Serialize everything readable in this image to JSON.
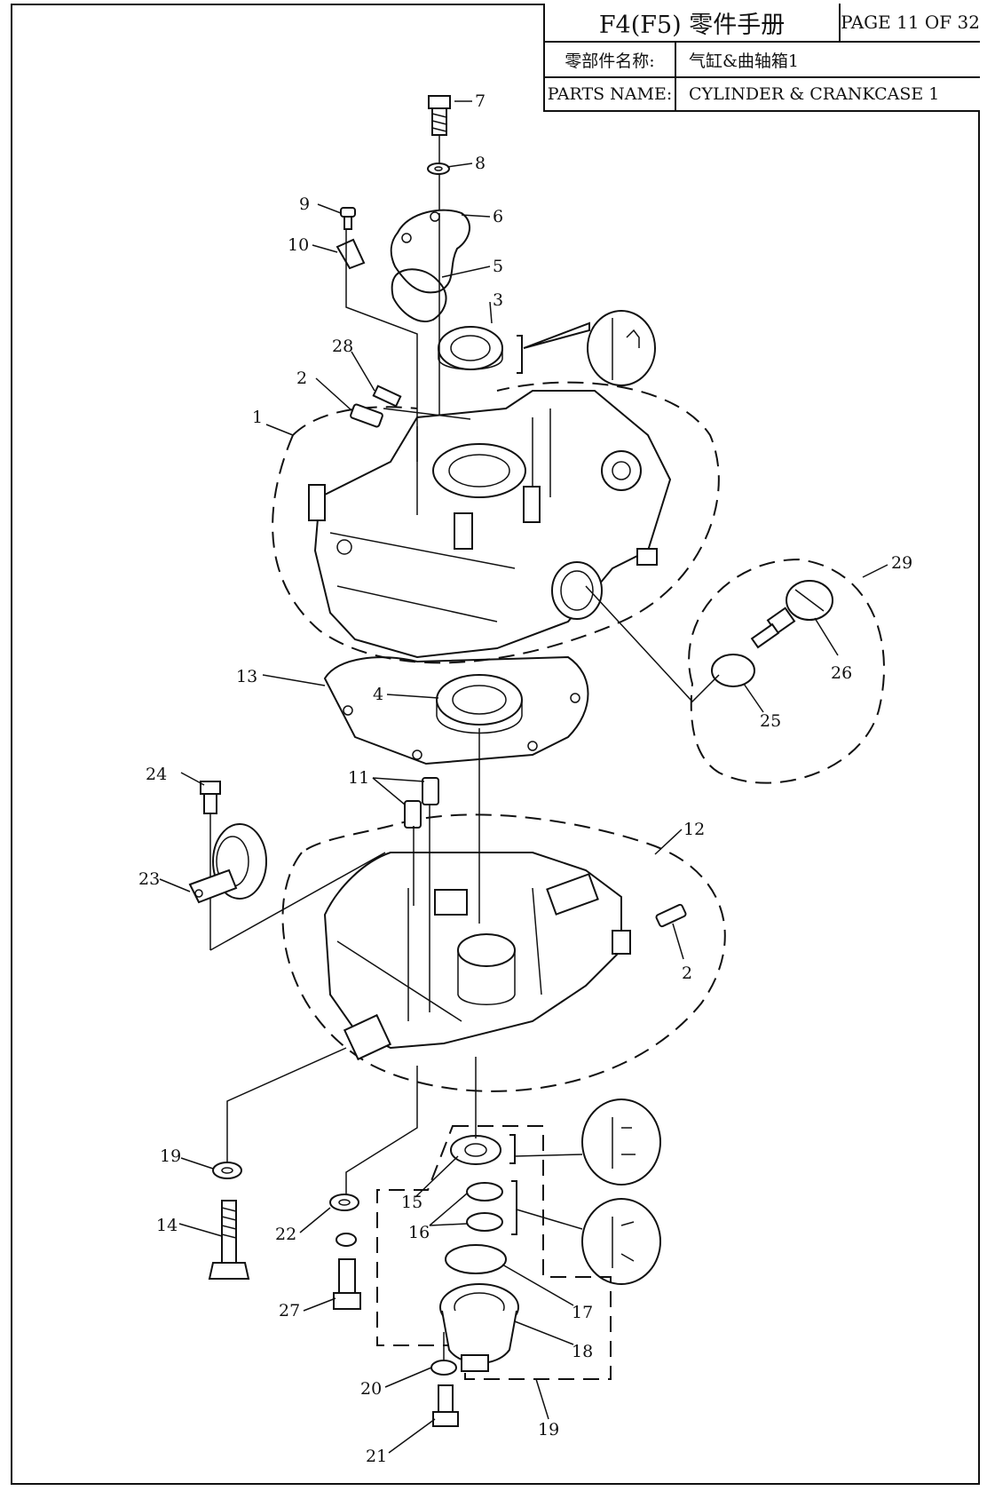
{
  "header": {
    "title": "F4(F5) 零件手册",
    "page": "PAGE 11 OF 32",
    "name_label_cn": "零部件名称:",
    "name_value_cn": "气缸&曲轴箱1",
    "name_label_en": "PARTS NAME:",
    "name_value_en": "CYLINDER & CRANKCASE 1"
  },
  "callouts": {
    "c1": "1",
    "c2a": "2",
    "c2b": "2",
    "c3": "3",
    "c4": "4",
    "c5": "5",
    "c6": "6",
    "c7": "7",
    "c8": "8",
    "c9": "9",
    "c10": "10",
    "c11": "11",
    "c12": "12",
    "c13": "13",
    "c14": "14",
    "c15": "15",
    "c16": "16",
    "c17": "17",
    "c18": "18",
    "c19a": "19",
    "c19b": "19",
    "c20": "20",
    "c21": "21",
    "c22": "22",
    "c23": "23",
    "c24": "24",
    "c25": "25",
    "c26": "26",
    "c27": "27",
    "c28": "28",
    "c29": "29"
  }
}
